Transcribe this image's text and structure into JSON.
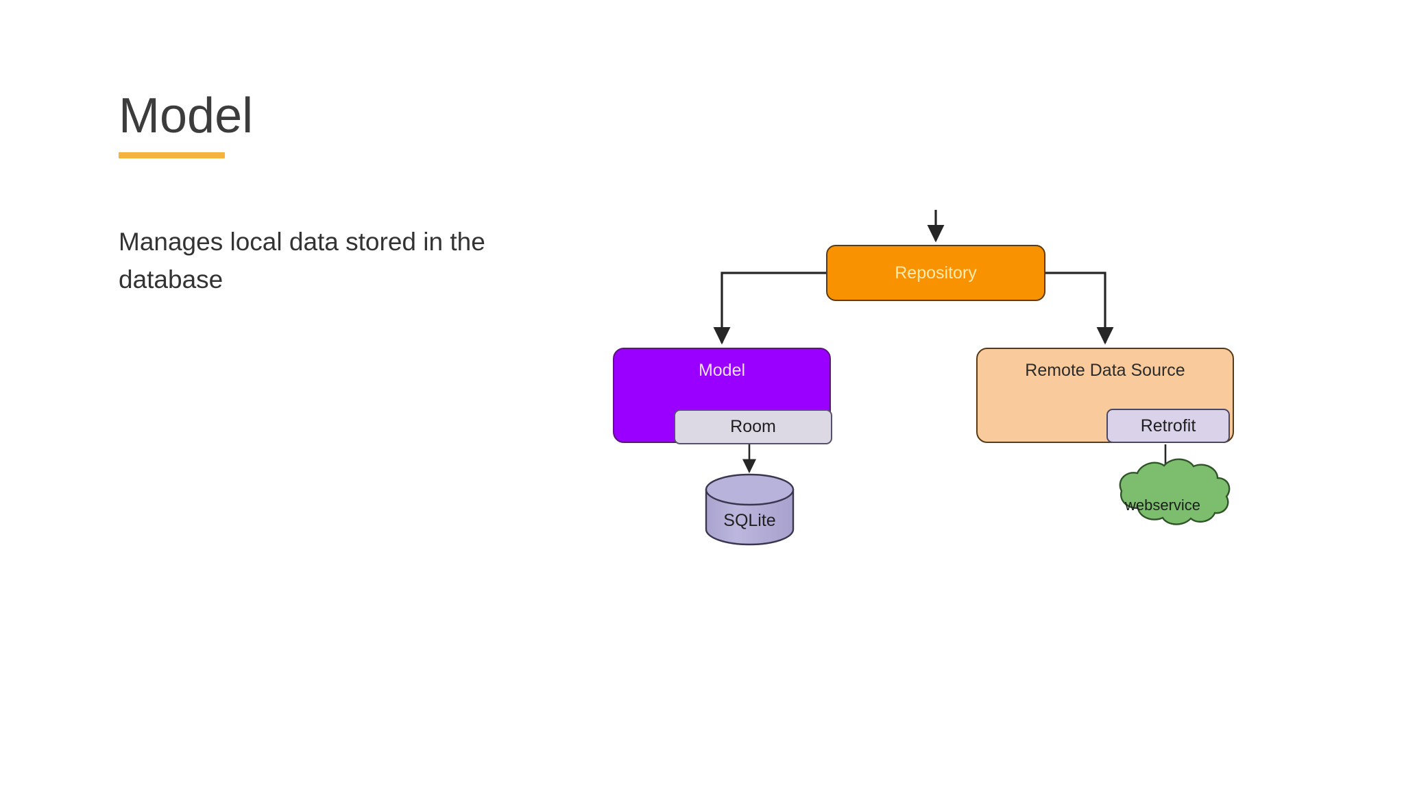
{
  "slide": {
    "title": "Model",
    "body_text": "Manages local data stored in the database",
    "accent_color": "#f4b23f",
    "background_color": "#ffffff",
    "title_color": "#3c3c3c"
  },
  "diagram": {
    "type": "architecture-flow",
    "nodes": [
      {
        "id": "repository",
        "label": "Repository",
        "shape": "rounded-rect",
        "fill": "#f99200",
        "stroke": "#5a3a12",
        "text_color": "#ffeab0"
      },
      {
        "id": "model",
        "label": "Model",
        "shape": "rounded-rect",
        "fill": "#9900ff",
        "stroke": "#5d1480",
        "text_color": "#f3e0ff"
      },
      {
        "id": "room",
        "label": "Room",
        "shape": "rounded-rect",
        "fill": "#dcd8e4",
        "stroke": "#55506b",
        "text_color": "#1f1f1f",
        "parent": "model"
      },
      {
        "id": "remote-data-source",
        "label": "Remote Data Source",
        "shape": "rounded-rect",
        "fill": "#f9cb9c",
        "stroke": "#5a3a12",
        "text_color": "#2b2b2b"
      },
      {
        "id": "retrofit",
        "label": "Retrofit",
        "shape": "rounded-rect",
        "fill": "#d9d2e9",
        "stroke": "#4b4660",
        "text_color": "#1f1f1f",
        "parent": "remote-data-source"
      },
      {
        "id": "sqlite",
        "label": "SQLite",
        "shape": "cylinder",
        "fill": "#b3aed6",
        "stroke": "#3b3650",
        "text_color": "#1f1f1f"
      },
      {
        "id": "webservice",
        "label": "webservice",
        "shape": "cloud",
        "fill": "#7dbe6e",
        "stroke": "#2f5428",
        "text_color": "#1c1c1c"
      }
    ],
    "edges": [
      {
        "from": "external-top",
        "to": "repository",
        "style": "arrow-down"
      },
      {
        "from": "repository",
        "to": "model",
        "style": "elbow-arrow-left"
      },
      {
        "from": "repository",
        "to": "remote-data-source",
        "style": "elbow-arrow-right"
      },
      {
        "from": "room",
        "to": "sqlite",
        "style": "arrow-down"
      },
      {
        "from": "retrofit",
        "to": "webservice",
        "style": "arrow-down"
      }
    ],
    "edge_color": "#262626"
  }
}
